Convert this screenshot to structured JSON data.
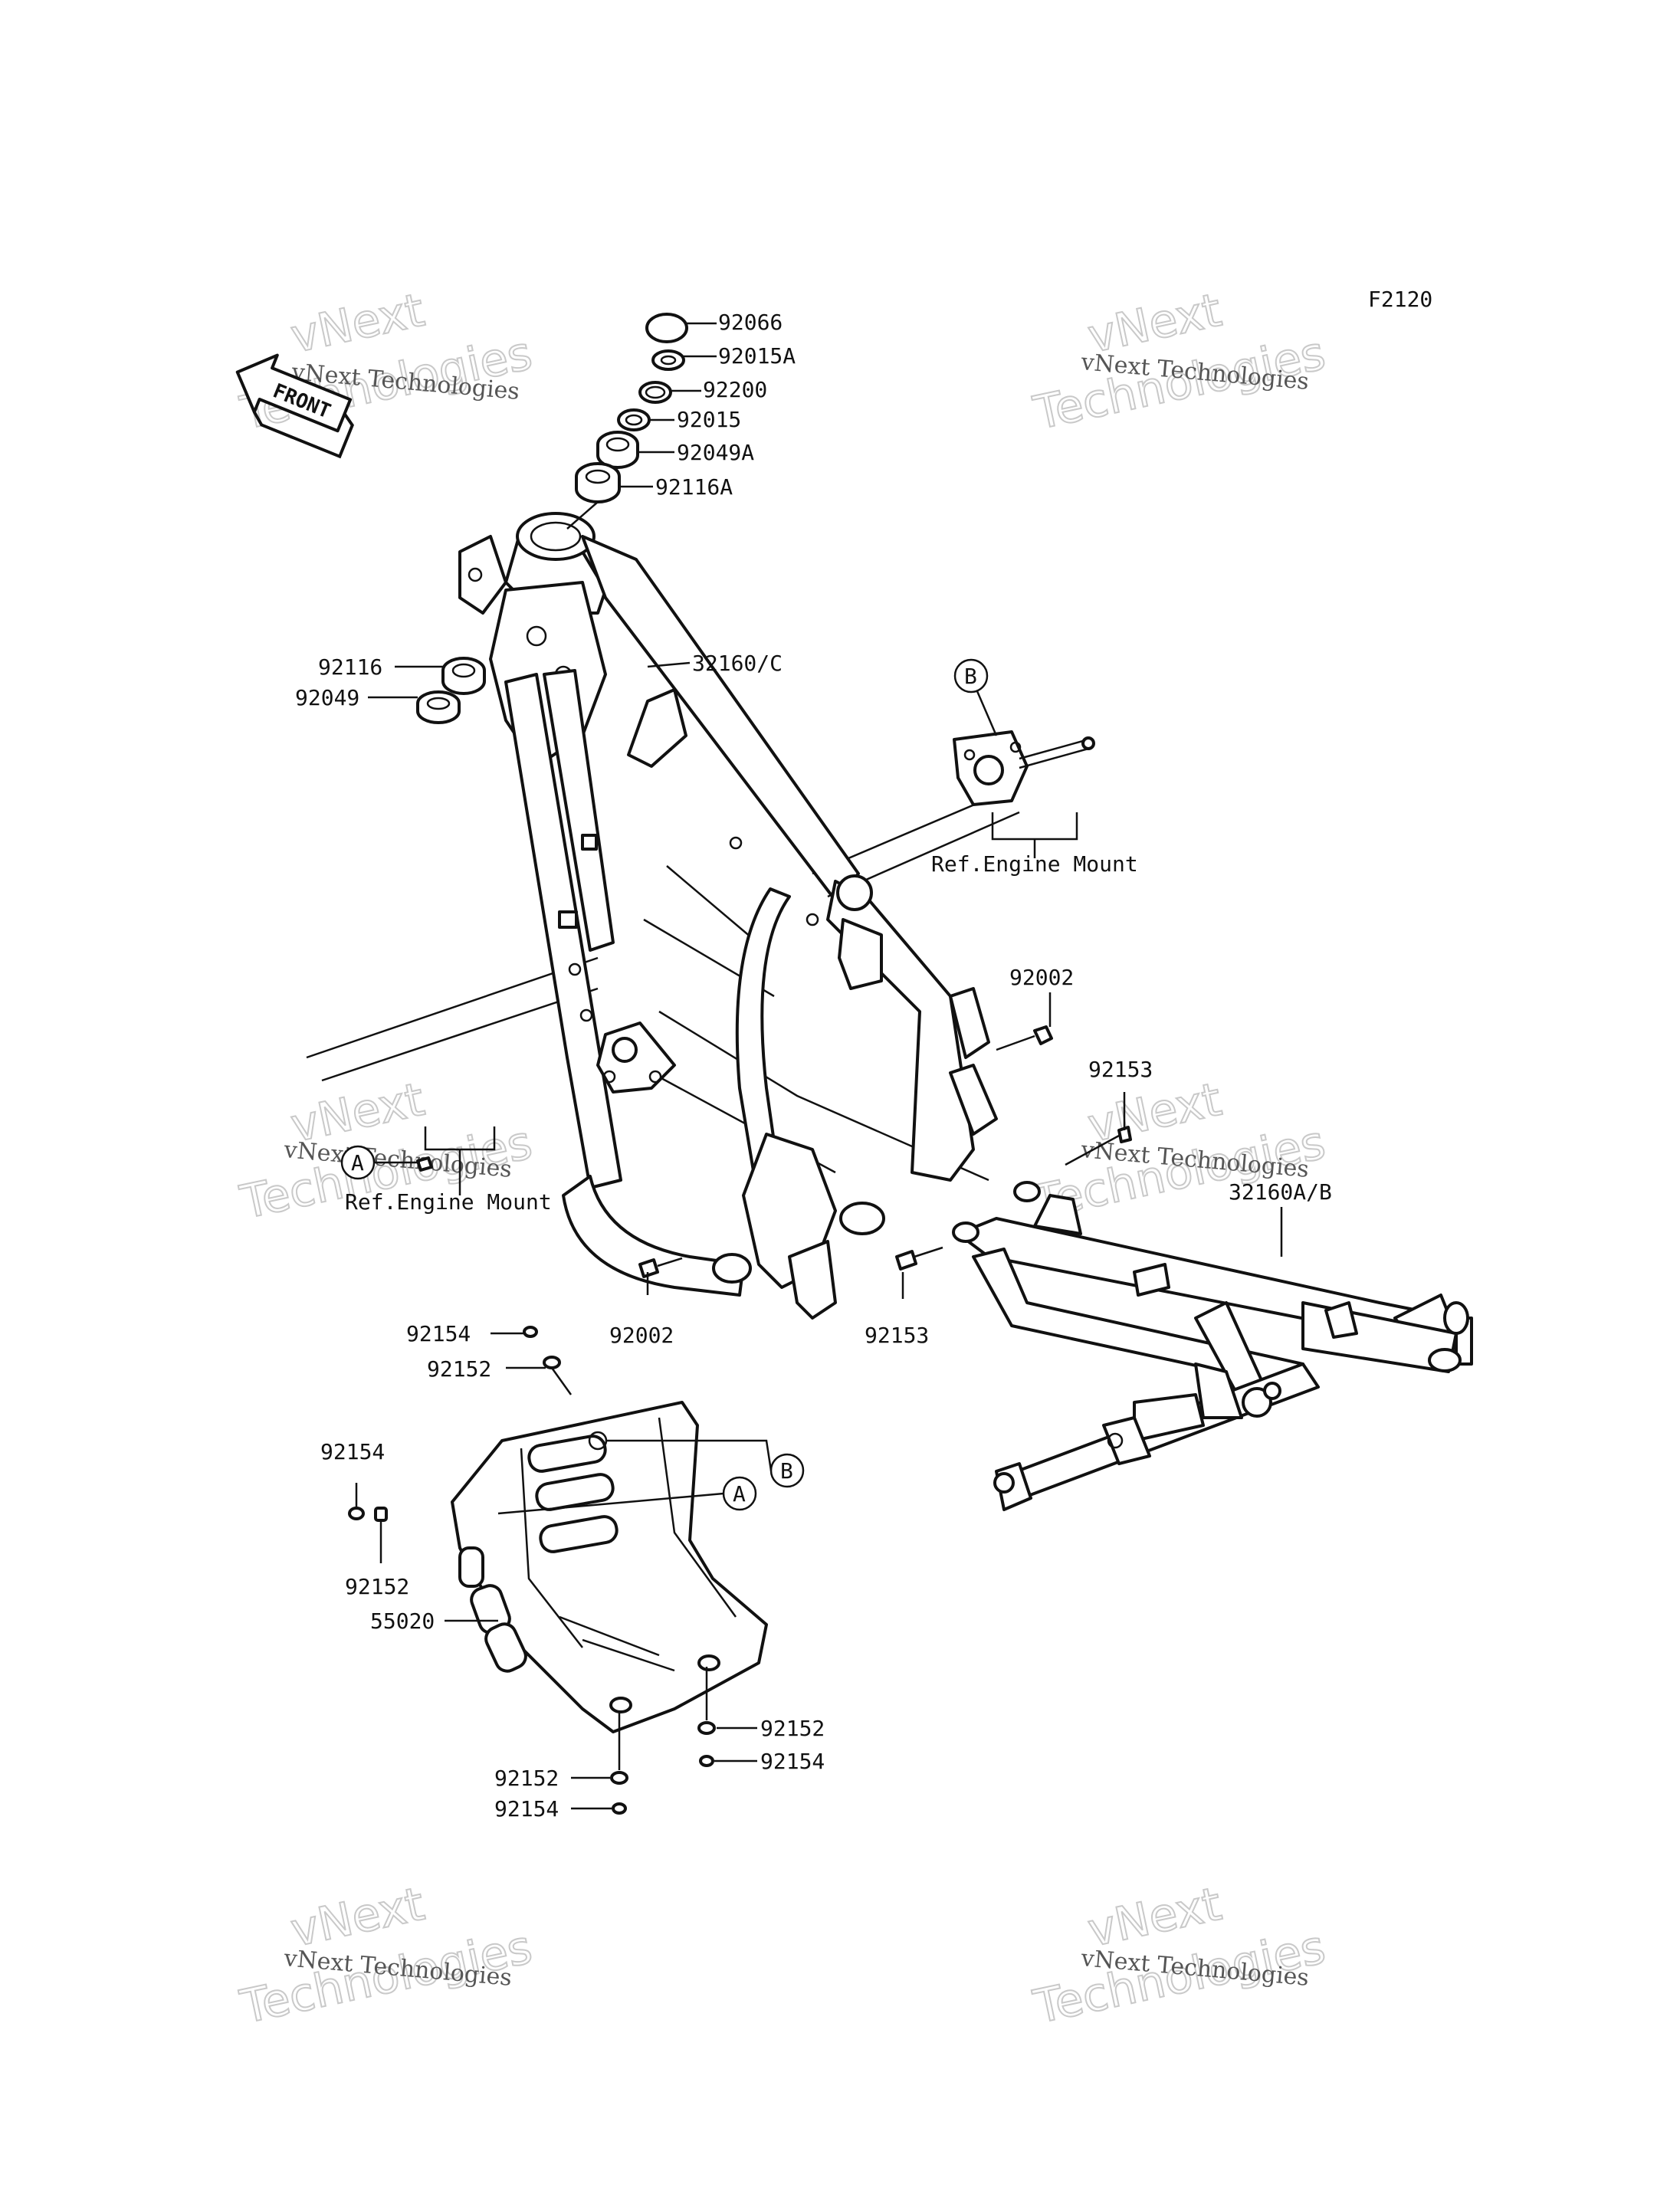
{
  "figure_code": "F2120",
  "front_arrow_label": "FRONT",
  "watermark": {
    "small": "vNext Technologies",
    "big_line1": "vNext",
    "big_line2": "Technologies"
  },
  "callouts": {
    "A": "A",
    "B": "B"
  },
  "parts": {
    "p92066": "92066",
    "p92015A": "92015A",
    "p92200": "92200",
    "p92015": "92015",
    "p92049A": "92049A",
    "p92116A": "92116A",
    "p92116": "92116",
    "p92049": "92049",
    "p32160C": "32160/C",
    "p92002_top": "92002",
    "p92153_top": "92153",
    "p32160AB": "32160A/B",
    "p92002_bottom": "92002",
    "p92153_bottom": "92153",
    "p92154_a": "92154",
    "p92152_a": "92152",
    "p92154_b": "92154",
    "p92152_b": "92152",
    "p55020": "55020",
    "p92152_c": "92152",
    "p92154_c": "92154",
    "p92152_d": "92152",
    "p92154_d": "92154"
  },
  "refs": {
    "engine_mount_b": "Ref.Engine Mount",
    "engine_mount_a": "Ref.Engine Mount"
  }
}
